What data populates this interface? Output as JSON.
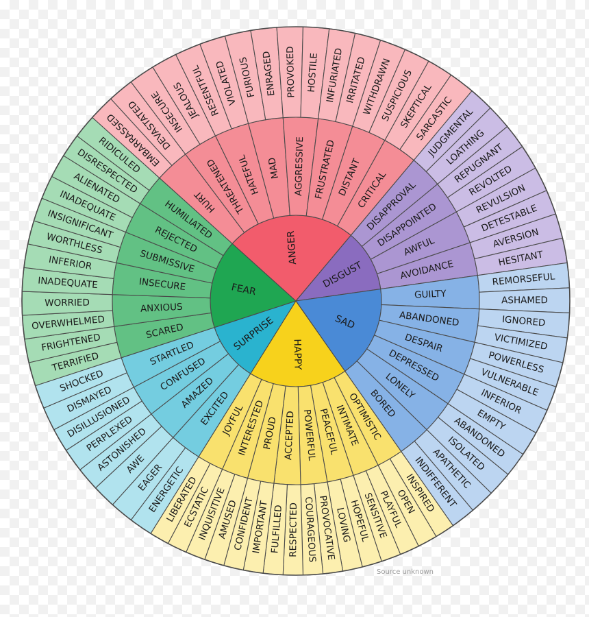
{
  "caption": "Source unknown",
  "wheel": {
    "start_angle_deg": -48,
    "emotions": [
      {
        "name": "ANGER",
        "sweep_deg": 88,
        "colors": [
          "#f25c6c",
          "#f48d96",
          "#f9b8bd"
        ],
        "secondary": [
          {
            "label": "HURT",
            "tertiary": [
              "EMBARRASSED",
              "DEVASTATED"
            ]
          },
          {
            "label": "THREATENED",
            "tertiary": [
              "INSECURE",
              "JEALOUS"
            ]
          },
          {
            "label": "HATEFUL",
            "tertiary": [
              "RESENTFUL",
              "VIOLATED"
            ]
          },
          {
            "label": "MAD",
            "tertiary": [
              "FURIOUS",
              "ENRAGED"
            ]
          },
          {
            "label": "AGGRESSIVE",
            "tertiary": [
              "PROVOKED",
              "HOSTILE"
            ]
          },
          {
            "label": "FRUSTRATED",
            "tertiary": [
              "INFURIATED",
              "IRRITATED"
            ]
          },
          {
            "label": "DISTANT",
            "tertiary": [
              "WITHDRAWN",
              "SUSPICIOUS"
            ]
          },
          {
            "label": "CRITICAL",
            "tertiary": [
              "SKEPTICAL",
              "SARCASTIC"
            ]
          }
        ]
      },
      {
        "name": "DISGUST",
        "sweep_deg": 42,
        "colors": [
          "#8a6cbf",
          "#ab96d2",
          "#cbbde5"
        ],
        "secondary": [
          {
            "label": "DISAPPROVAL",
            "tertiary": [
              "JUDGMENTAL",
              "LOATHING"
            ]
          },
          {
            "label": "DISAPPOINTED",
            "tertiary": [
              "REPUGNANT",
              "REVOLTED"
            ]
          },
          {
            "label": "AWFUL",
            "tertiary": [
              "REVULSION",
              "DETESTABLE"
            ]
          },
          {
            "label": "AVOIDANCE",
            "tertiary": [
              "AVERSION",
              "HESITANT"
            ]
          }
        ]
      },
      {
        "name": "SAD",
        "sweep_deg": 63,
        "colors": [
          "#4a8ad6",
          "#86b2e6",
          "#bcd5f1"
        ],
        "secondary": [
          {
            "label": "GUILTY",
            "tertiary": [
              "REMORSEFUL",
              "ASHAMED"
            ]
          },
          {
            "label": "ABANDONED",
            "tertiary": [
              "IGNORED",
              "VICTIMIZED"
            ]
          },
          {
            "label": "DESPAIR",
            "tertiary": [
              "POWERLESS",
              "VULNERABLE"
            ]
          },
          {
            "label": "DEPRESSED",
            "tertiary": [
              "INFERIOR",
              "EMPTY"
            ]
          },
          {
            "label": "LONELY",
            "tertiary": [
              "ABANDONED",
              "ISOLATED"
            ]
          },
          {
            "label": "BORED",
            "tertiary": [
              "APATHETIC",
              "INDIFFERENT"
            ]
          }
        ]
      },
      {
        "name": "HAPPY",
        "sweep_deg": 67,
        "colors": [
          "#f7d21c",
          "#f9e16e",
          "#fcefaf"
        ],
        "secondary": [
          {
            "label": "OPTIMISTIC",
            "tertiary": [
              "INSPIRED",
              "OPEN"
            ]
          },
          {
            "label": "INTIMATE",
            "tertiary": [
              "PLAYFUL",
              "SENSITIVE"
            ]
          },
          {
            "label": "PEACEFUL",
            "tertiary": [
              "HOPEFUL",
              "LOVING"
            ]
          },
          {
            "label": "POWERFUL",
            "tertiary": [
              "PROVOCATIVE",
              "COURAGEOUS"
            ]
          },
          {
            "label": "ACCEPTED",
            "tertiary": [
              "RESPECTED",
              "FULFILLED"
            ]
          },
          {
            "label": "PROUD",
            "tertiary": [
              "IMPORTANT",
              "CONFIDENT"
            ]
          },
          {
            "label": "INTERESTED",
            "tertiary": [
              "AMUSED",
              "INQUISITIVE"
            ]
          },
          {
            "label": "JOYFUL",
            "tertiary": [
              "ECSTATIC",
              "LIBERATED"
            ]
          }
        ]
      },
      {
        "name": "SURPRISE",
        "sweep_deg": 40,
        "colors": [
          "#2ab3cf",
          "#74cde0",
          "#b1e3ee"
        ],
        "secondary": [
          {
            "label": "EXCITED",
            "tertiary": [
              "ENERGETIC",
              "EAGER"
            ]
          },
          {
            "label": "AMAZED",
            "tertiary": [
              "AWE",
              "ASTONISHED"
            ]
          },
          {
            "label": "CONFUSED",
            "tertiary": [
              "PERPLEXED",
              "DISILLUSIONED"
            ]
          },
          {
            "label": "STARTLED",
            "tertiary": [
              "DISMAYED",
              "SHOCKED"
            ]
          }
        ]
      },
      {
        "name": "FEAR",
        "sweep_deg": 60,
        "colors": [
          "#1fa652",
          "#62c184",
          "#a5dcb5"
        ],
        "secondary": [
          {
            "label": "SCARED",
            "tertiary": [
              "TERRIFIED",
              "FRIGHTENED"
            ]
          },
          {
            "label": "ANXIOUS",
            "tertiary": [
              "OVERWHELMED",
              "WORRIED"
            ]
          },
          {
            "label": "INSECURE",
            "tertiary": [
              "INADEQUATE",
              "INFERIOR"
            ]
          },
          {
            "label": "SUBMISSIVE",
            "tertiary": [
              "WORTHLESS",
              "INSIGNIFICANT"
            ]
          },
          {
            "label": "REJECTED",
            "tertiary": [
              "INADEQUATE",
              "ALIENATED"
            ]
          },
          {
            "label": "HUMILIATED",
            "tertiary": [
              "DISRESPECTED",
              "RIDICULED"
            ]
          }
        ]
      }
    ]
  }
}
